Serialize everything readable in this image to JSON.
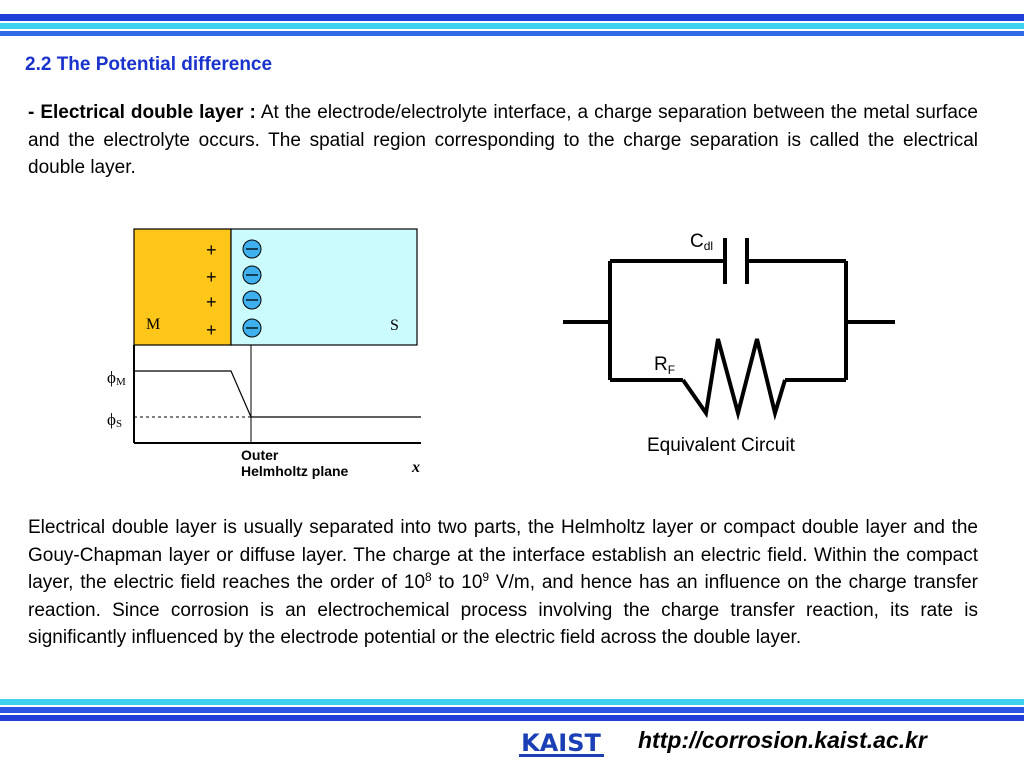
{
  "section_title": "2.2 The Potential difference",
  "paragraph1": {
    "term": "- Electrical double layer :",
    "text": "At the electrode/electrolyte interface, a charge separation between the metal surface and the electrolyte occurs. The spatial region corresponding to the charge separation is called the electrical double layer."
  },
  "figure_left": {
    "metal_label": "M",
    "solution_label": "S",
    "plus_sign": "+",
    "phi_symbol": "ϕ",
    "phi_m_subscript": "M",
    "phi_s_subscript": "S",
    "plane_label_line1": "Outer",
    "plane_label_line2": "Helmholtz plane",
    "x_axis_label": "x",
    "colors": {
      "metal": "#ffc61a",
      "solution": "#ccfbfd",
      "ion": "#3fb0ee"
    }
  },
  "figure_right": {
    "capacitor_label": "C",
    "capacitor_subscript": "dl",
    "resistor_label": "R",
    "resistor_subscript": "F",
    "caption": "Equivalent Circuit"
  },
  "paragraph2": {
    "part1": "Electrical double layer is usually separated into two parts, the Helmholtz layer or compact double layer and the Gouy-Chapman layer or diffuse layer. The charge at the interface establish an electric field. Within the compact layer, the electric field reaches the order of 10",
    "exp1": "8",
    "part2": " to 10",
    "exp2": "9",
    "part3": " V/m, and hence has an influence on the charge transfer reaction. Since corrosion is an electrochemical process involving the charge transfer reaction,  its rate is significantly influenced by the electrode potential or the electric field across the double layer."
  },
  "footer": {
    "logo_text": "KAIST",
    "url": "http://corrosion.kaist.ac.kr"
  }
}
